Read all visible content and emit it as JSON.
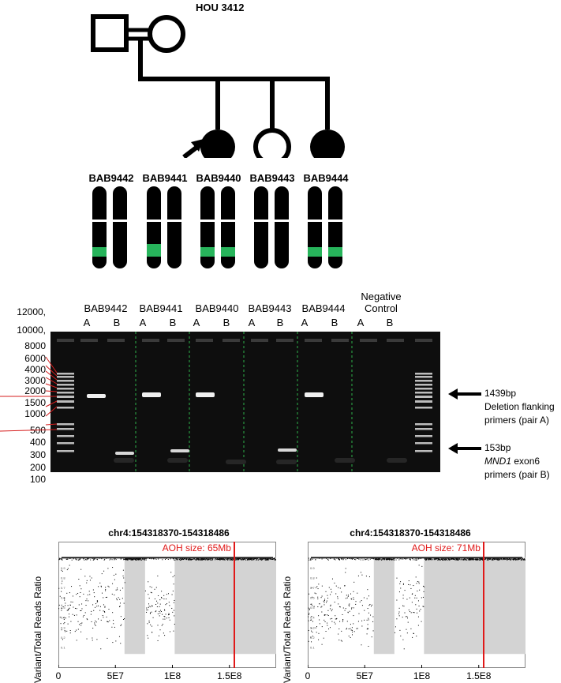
{
  "pedigree": {
    "family_id": "HOU 3412",
    "samples": [
      "BAB9442",
      "BAB9441",
      "BAB9440",
      "BAB9443",
      "BAB9444"
    ]
  },
  "gel": {
    "header_samples": [
      "BAB9442",
      "BAB9441",
      "BAB9440",
      "BAB9443",
      "BAB9444",
      "Negative\nControl"
    ],
    "lane_letters": [
      "A",
      "B",
      "A",
      "B",
      "A",
      "B",
      "A",
      "B",
      "A",
      "B",
      "A",
      "B"
    ],
    "ladder_labels": [
      "12000,",
      "10000,",
      "8000",
      "6000",
      "4000",
      "3000",
      "2000",
      "1500",
      "1000",
      "500",
      "400",
      "300",
      "200",
      "100"
    ],
    "annotation_a_size": "1439bp",
    "annotation_a_line1": "Deletion flanking",
    "annotation_a_line2": "primers (pair A)",
    "annotation_b_size": "153bp",
    "annotation_b_gene": "MND1",
    "annotation_b_rest": " exon6",
    "annotation_b_line2": "primers (pair B)",
    "colors": {
      "gel_bg": "#0e0e0e",
      "lane_divider": "#2db34a",
      "ladder_line": "#d61c1c"
    }
  },
  "aoh_plots": [
    {
      "title": "chr4:154318370-154318486",
      "aoh_label": "AOH size: 65Mb",
      "ylabel": "Variant/Total Reads Ratio",
      "x_ticks": [
        "0",
        "5E7",
        "1E8",
        "1.5E8"
      ],
      "x_tick_values": [
        0,
        50000000,
        100000000,
        150000000
      ],
      "xlim": [
        0,
        191000000
      ],
      "ylim": [
        0,
        1.05
      ],
      "y_ticks": [
        "1",
        "0.9",
        "0.8",
        "0.7",
        "0.6",
        "0.5",
        "0.4",
        "0.3",
        "0.2",
        "0.1"
      ],
      "aoh_regions": [
        [
          58000000,
          76000000
        ],
        [
          102000000,
          191000000
        ]
      ],
      "marker_position": 154318370
    },
    {
      "title": "chr4:154318370-154318486",
      "aoh_label": "AOH size: 71Mb",
      "ylabel": "Variant/Total Reads Ratio",
      "x_ticks": [
        "0",
        "5E7",
        "1E8",
        "1.5E8"
      ],
      "x_tick_values": [
        0,
        50000000,
        100000000,
        150000000
      ],
      "xlim": [
        0,
        191000000
      ],
      "ylim": [
        0,
        1.05
      ],
      "y_ticks": [
        "1",
        "0.9",
        "0.8",
        "0.7",
        "0.6",
        "0.5",
        "0.4",
        "0.3",
        "0.2",
        "0.1"
      ],
      "aoh_regions": [
        [
          58000000,
          76000000
        ],
        [
          102000000,
          191000000
        ]
      ],
      "marker_position": 154318370
    }
  ],
  "colors": {
    "deletion_green": "#27b45b",
    "aoh_shade": "#d3d3d3",
    "marker_red": "#e01818"
  }
}
